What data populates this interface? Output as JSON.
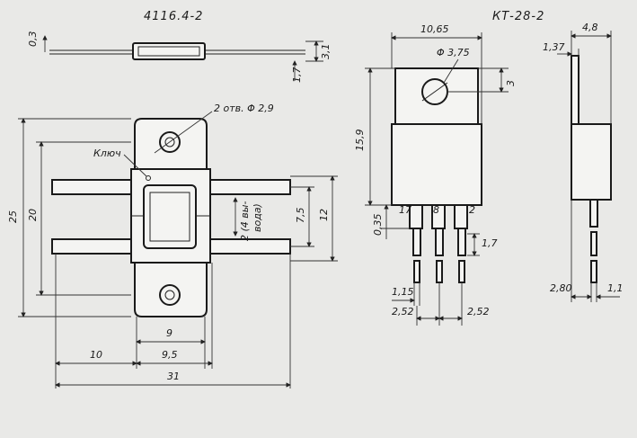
{
  "left_package": {
    "title": "4116.4-2",
    "thickness_top": "0,3",
    "height_right": "3,1",
    "height_lower": "1,7",
    "holes_note": "2 отв. Φ 2,9",
    "key_label": "Ключ",
    "total_height": "25",
    "body_height": "20",
    "lead_pitch": "7,5",
    "lead_span": "12",
    "vertical_note": "2 (4 вы-",
    "vertical_note2": "вода)",
    "width_9": "9",
    "width_9_5": "9,5",
    "width_10": "10",
    "width_31": "31"
  },
  "right_package": {
    "title": "КТ-28-2",
    "width": "10,65",
    "hole_dia": "Φ 3,75",
    "hole_offset": "3",
    "height": "15,9",
    "lead_offset": "0,35",
    "pin_labels": [
      "17",
      "8",
      "2"
    ],
    "lead_step": "1,7",
    "lead_width": "1,15",
    "pitch_left": "2,52",
    "pitch_right": "2,52",
    "side_width": "4,8",
    "side_tab": "1,37",
    "side_lead_pos": "2,80",
    "side_lead_w": "1,1"
  }
}
